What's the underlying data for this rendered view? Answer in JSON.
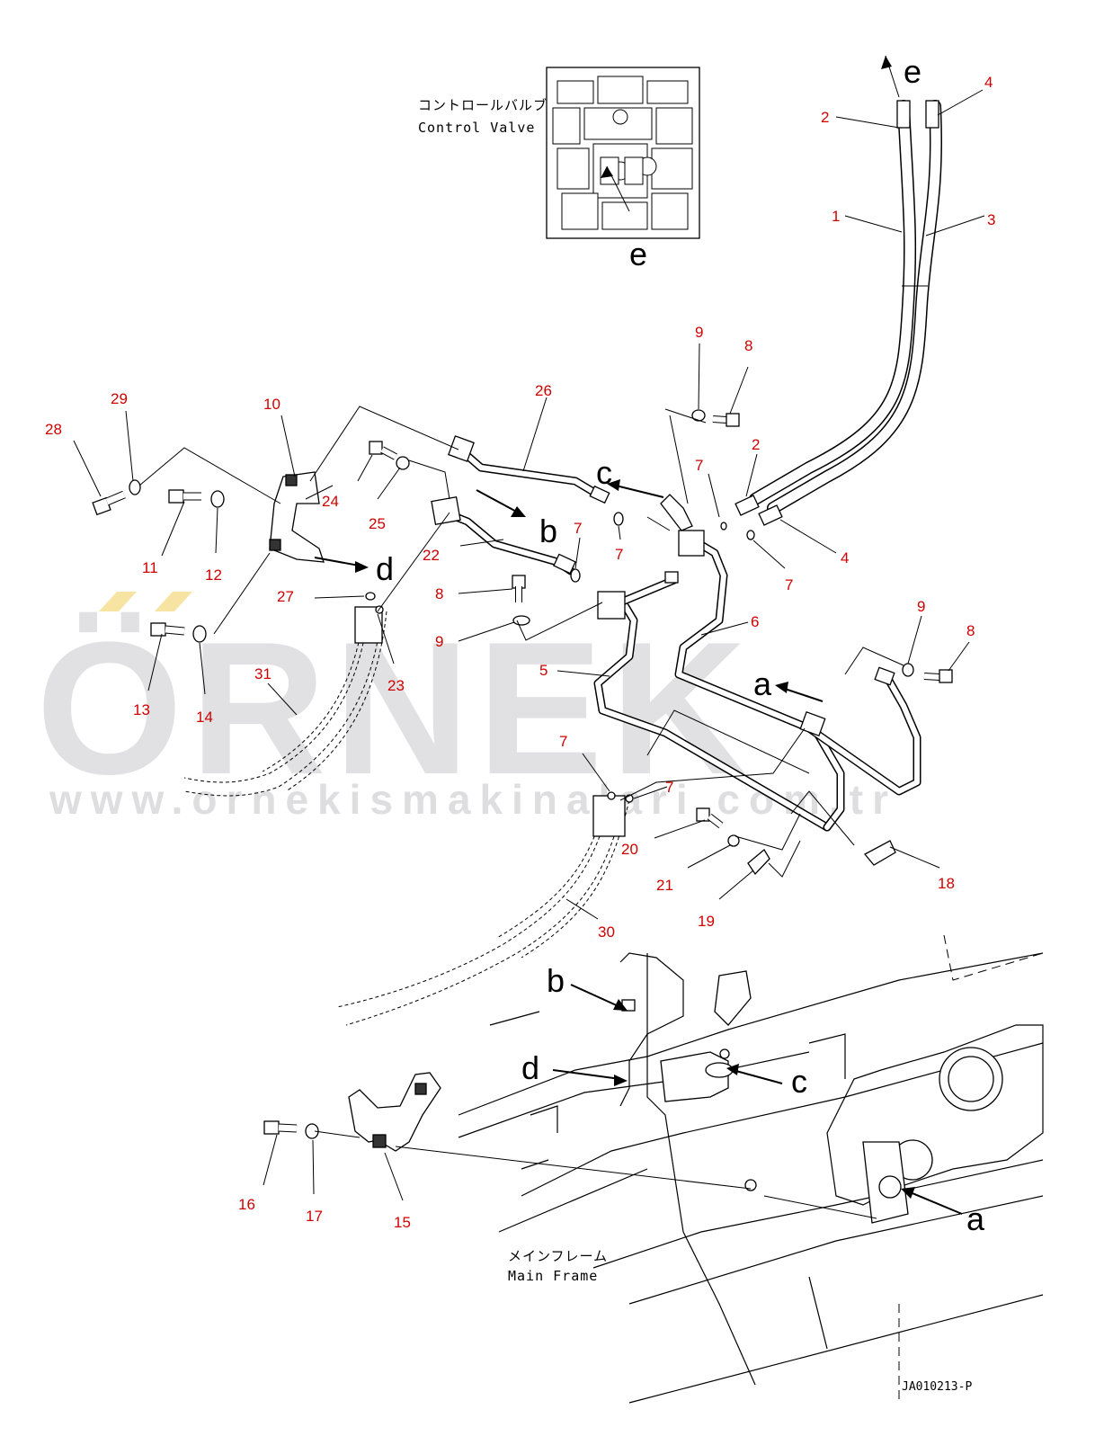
{
  "diagram": {
    "drawing_code": "JA010213-P",
    "watermark": {
      "brand": "ÖRNEK",
      "url": "www.ornekismakinalari.com.tr"
    },
    "captions": {
      "control_valve_jp": "コントロールバルブ",
      "control_valve_en": "Control Valve",
      "main_frame_jp": "メインフレーム",
      "main_frame_en": "Main Frame"
    },
    "reference_letters": {
      "e_top": "e",
      "e_valve": "e",
      "a_mid": "a",
      "b_mid": "b",
      "c_mid": "c",
      "d_mid": "d",
      "b_frame": "b",
      "c_frame": "c",
      "d_frame": "d",
      "a_frame": "a"
    },
    "part_numbers": {
      "p1": "1",
      "p2_top": "2",
      "p2_mid": "2",
      "p3": "3",
      "p4_top": "4",
      "p4_mid": "4",
      "p5": "5",
      "p6": "6",
      "p7_a": "7",
      "p7_b": "7",
      "p7_c": "7",
      "p7_d": "7",
      "p7_e": "7",
      "p7_f": "7",
      "p8_a": "8",
      "p8_b": "8",
      "p8_c": "8",
      "p9_a": "9",
      "p9_b": "9",
      "p9_c": "9",
      "p10": "10",
      "p11": "11",
      "p12": "12",
      "p13": "13",
      "p14": "14",
      "p15": "15",
      "p16": "16",
      "p17": "17",
      "p18": "18",
      "p19": "19",
      "p20": "20",
      "p21": "21",
      "p22": "22",
      "p23": "23",
      "p24": "24",
      "p25": "25",
      "p26": "26",
      "p27": "27",
      "p28": "28",
      "p29": "29",
      "p30": "30",
      "p31": "31"
    },
    "colors": {
      "part_number": "#d00000",
      "line": "#000000",
      "watermark": "#d7d7da",
      "watermark_accent": "#f3d77a"
    }
  }
}
